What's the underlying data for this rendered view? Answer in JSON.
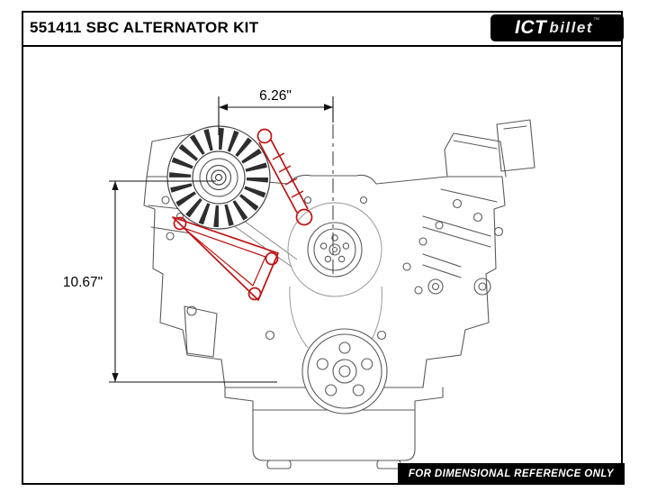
{
  "header": {
    "title": "551411 SBC ALTERNATOR KIT",
    "logo": {
      "ict": "ICT",
      "billet": "billet",
      "tm": "™"
    }
  },
  "dimensions": {
    "width_label": "6.26\"",
    "height_label": "10.67\""
  },
  "footer": {
    "note": "FOR DIMENSIONAL REFERENCE ONLY"
  },
  "drawing": {
    "description": "Front view of small block Chevy engine with alternator, red highlighted alternator bracket and adjustment rod",
    "highlighted_parts": [
      "alternator-bracket",
      "adjustment-rod"
    ]
  },
  "colors": {
    "highlight": "#c11212",
    "line": "#5a5a5a",
    "light_line": "#999999",
    "dim": "#111111",
    "centerline": "#333333",
    "header_bg": "#000000"
  }
}
